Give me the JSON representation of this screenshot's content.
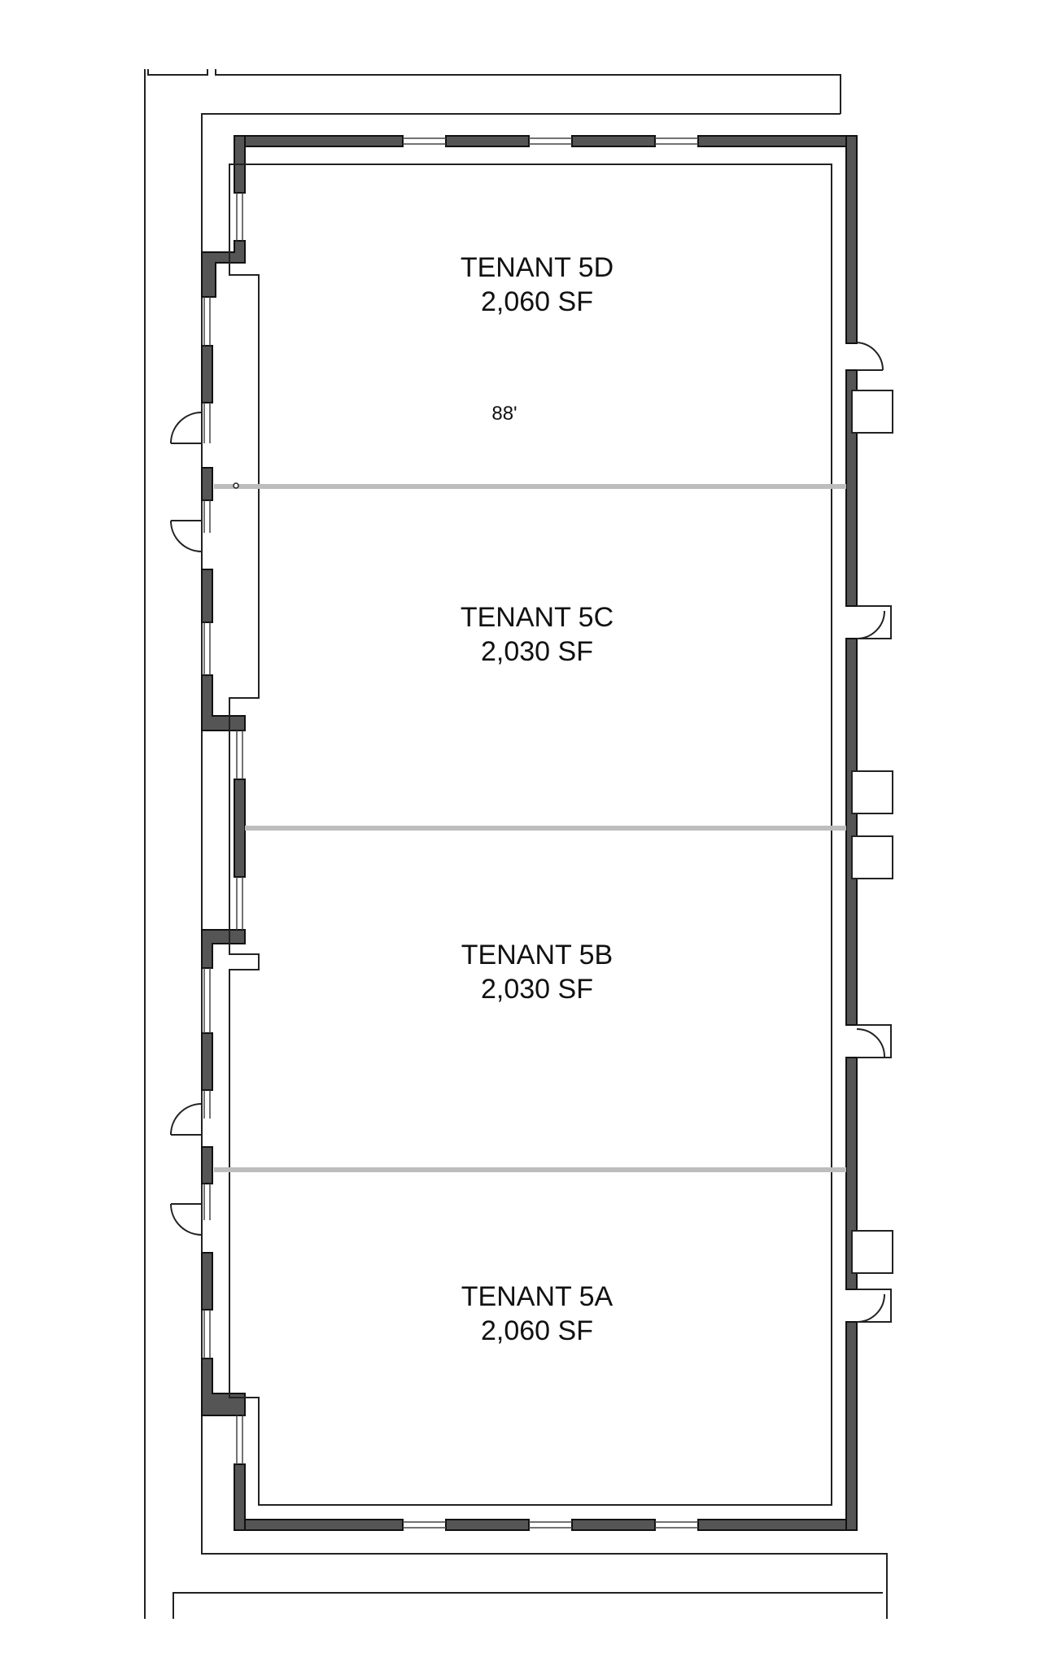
{
  "tenants": [
    {
      "name": "TENANT 5D",
      "area": "2,060 SF"
    },
    {
      "name": "TENANT 5C",
      "area": "2,030 SF"
    },
    {
      "name": "TENANT 5B",
      "area": "2,030 SF"
    },
    {
      "name": "TENANT 5A",
      "area": "2,060 SF"
    }
  ],
  "dimension": "88'",
  "colors": {
    "wall": "#1a1a1a",
    "wall_fill": "#5a5a5a",
    "line": "#222222",
    "demising": "#b8b8b8"
  }
}
